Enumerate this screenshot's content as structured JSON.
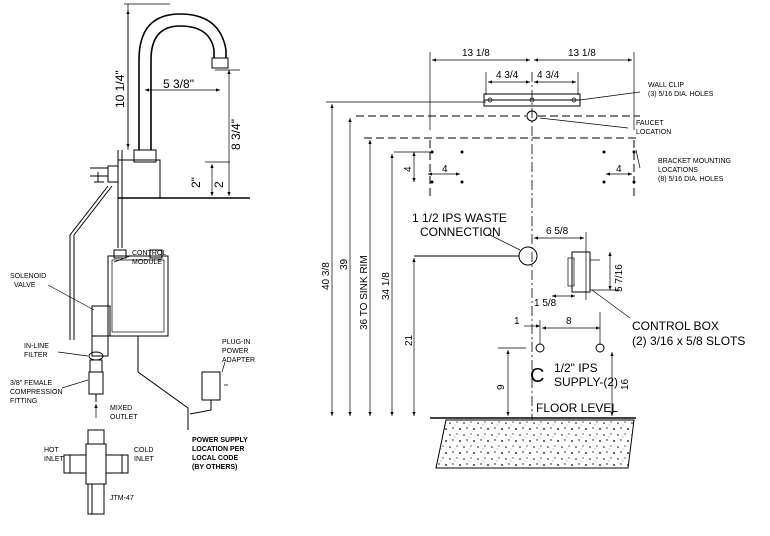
{
  "left": {
    "dim_height": "10 1/4\"",
    "dim_reach": "5 3/8\"",
    "dim_spout": "8 3/4\"",
    "dim_base_top": "2\"",
    "dim_base_bottom": "2",
    "label_control_module_1": "CONTROL",
    "label_control_module_2": "MODULE",
    "label_solenoid_1": "SOLENOID",
    "label_solenoid_2": "VALVE",
    "label_filter_1": "IN-LINE",
    "label_filter_2": "FILTER",
    "label_fitting_1": "3/8\" FEMALE",
    "label_fitting_2": "COMPRESSION",
    "label_fitting_3": "FITTING",
    "label_adapter_1": "PLUG-IN",
    "label_adapter_2": "POWER",
    "label_adapter_3": "ADAPTER",
    "label_mixed_1": "MIXED",
    "label_mixed_2": "OUTLET",
    "label_hot_1": "HOT",
    "label_hot_2": "INLET",
    "label_cold_1": "COLD",
    "label_cold_2": "INLET",
    "label_model": "JTM-47",
    "power_note_1": "POWER SUPPLY",
    "power_note_2": "LOCATION PER",
    "power_note_3": "LOCAL CODE",
    "power_note_4": "(BY OTHERS)"
  },
  "right": {
    "dim_left_half": "13 1/8",
    "dim_right_half": "13 1/8",
    "dim_clip_left": "4 3/4",
    "dim_clip_right": "4 3/4",
    "wall_clip_1": "WALL CLIP",
    "wall_clip_2": "(3) 5/16 DIA. HOLES",
    "faucet_loc_1": "FAUCET",
    "faucet_loc_2": "LOCATION",
    "bracket_1": "BRACKET MOUNTING",
    "bracket_2": "LOCATIONS",
    "bracket_3": "(8) 5/16 DIA. HOLES",
    "dim_bracket_w_left": "4",
    "dim_bracket_h_left": "4",
    "dim_bracket_w_right": "4",
    "waste_1": "1 1/2 IPS WASTE",
    "waste_2": "CONNECTION",
    "dim_waste_offset": "6 5/8",
    "dim_box_height": "5 7/16",
    "dim_box_offset": "1 5/8",
    "dim_supply_1": "1",
    "dim_supply_spacing": "8",
    "dim_supply_height": "9",
    "dim_16": "16",
    "dim_21": "21",
    "dim_34": "34 1/8",
    "dim_36": "36 TO SINK RIM",
    "dim_39": "39",
    "dim_40": "40 3/8",
    "control_box_1": "CONTROL BOX",
    "control_box_2": "(2) 3/16 x 5/8 SLOTS",
    "supply_1": "1/2\" IPS",
    "supply_2": "SUPPLY-(2)",
    "supply_symbol": "C",
    "floor": "FLOOR LEVEL"
  }
}
